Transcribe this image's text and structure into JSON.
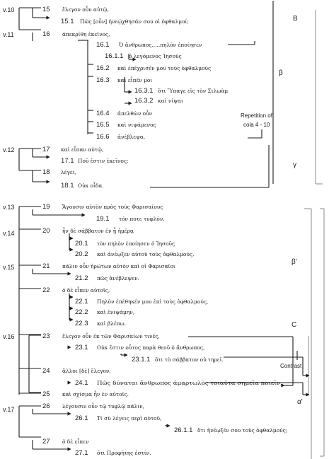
{
  "verses": [
    "v.10",
    "v.11",
    "v.12",
    "v.13",
    "v.14",
    "v.15",
    "v.16",
    "v.17"
  ],
  "cola": [
    {
      "num": "15",
      "text": "ἔλεγον οὖν αὐτῷ,"
    },
    {
      "num": "15.1",
      "text": "Πῶς [οὖν] ἠνεῴχθησάν σου οἱ ὀφθαλμοί;"
    },
    {
      "num": "16",
      "text": "ἀπεκρίθη ἐκεῖνος,"
    },
    {
      "num": "16.1",
      "text": "Ὁ ἄνθρωπος.....πηλὸν ἐποίησεν"
    },
    {
      "num": "16.1.1",
      "text": "ὁ λεγόμενος Ἰησοῦς"
    },
    {
      "num": "16.2",
      "text": "καὶ ἐπέχρισέν μου τοὺς ὀφθαλμοὺς"
    },
    {
      "num": "16.3",
      "text": "καὶ εἶπέν μοι"
    },
    {
      "num": "16.3.1",
      "text": "ὅτι Ὕπαγε εἰς τὸν Σιλωὰμ"
    },
    {
      "num": "16.3.2",
      "text": "καὶ νίψαι"
    },
    {
      "num": "16.4",
      "text": "ἀπελθὼν οὖν"
    },
    {
      "num": "16.5",
      "text": "καὶ νιψάμενος"
    },
    {
      "num": "16.6",
      "text": "ἀνέβλεψα."
    },
    {
      "num": "17",
      "text": "καὶ εἶπαν αὐτῷ,"
    },
    {
      "num": "17.1",
      "text": "Ποῦ ἐστιν ἐκεῖνος;"
    },
    {
      "num": "18",
      "text": "λέγει,"
    },
    {
      "num": "18.1",
      "text": "Οὐκ οἶδα."
    },
    {
      "num": "19",
      "text": "Ἄγουσιν αὐτὸν πρὸς τοὺς Φαρισαίους"
    },
    {
      "num": "19.1",
      "text": "τόν ποτε τυφλόν."
    },
    {
      "num": "20",
      "text": "ἦν δὲ σάββατον ἐν ᾗ ἡμέρᾳ"
    },
    {
      "num": "20.1",
      "text": "τὸν πηλὸν ἐποίησεν ὁ Ἰησοῦς"
    },
    {
      "num": "20.2",
      "text": "καὶ ἀνέῳξεν αὐτοῦ τοὺς ὀφθαλμούς."
    },
    {
      "num": "21",
      "text": "πάλιν οὖν ἠρώτων αὐτὸν καὶ οἱ Φαρισαῖοι"
    },
    {
      "num": "21.2",
      "text": "πῶς ἀνέβλεψεν."
    },
    {
      "num": "22",
      "text": "ὁ δὲ εἶπεν αὐτοῖς,"
    },
    {
      "num": "22.1",
      "text": "Πηλὸν ἐπέθηκέν μου ἐπὶ τοὺς ὀφθαλμούς,"
    },
    {
      "num": "22.2",
      "text": "καὶ ἐνιψάμην,"
    },
    {
      "num": "22.3",
      "text": "καὶ βλέπω."
    },
    {
      "num": "23",
      "text": "ἔλεγον οὖν ἐκ τῶν Φαρισαίων τινές,"
    },
    {
      "num": "23.1",
      "text": "Οὐκ ἔστιν οὗτος παρὰ θεοῦ ὁ ἄνθρωπος,"
    },
    {
      "num": "23.1.1",
      "text": "ὅτι τὸ σάββατον οὐ τηρεῖ."
    },
    {
      "num": "24",
      "text": "ἄλλοι [δὲ] ἔλεγον,"
    },
    {
      "num": "24.1",
      "text": "Πῶς δύναται ἄνθρωπος ἁμαρτωλὸς τοιαῦτα σημεῖα ποιεῖν;"
    },
    {
      "num": "25",
      "text": "καὶ σχίσμα ἦν ἐν αὐτοῖς."
    },
    {
      "num": "26",
      "text": "λέγουσιν οὖν τῷ τυφλῷ πάλιν,"
    },
    {
      "num": "26.1",
      "text": "Τί σὺ λέγεις περὶ αὐτοῦ,"
    },
    {
      "num": "26.1.1",
      "text": "ὅτι ἠνέῳξέν σου τοὺς ὀφθαλμούς;"
    },
    {
      "num": "27",
      "text": "ὁ δὲ εἶπεν"
    },
    {
      "num": "27.1",
      "text": "ὅτι Προφήτης ἐστίν."
    }
  ],
  "sections": {
    "B": "B",
    "beta": "β",
    "gamma": "γ",
    "beta_prime": "β'",
    "C": "C",
    "alpha_prime": "α'"
  },
  "notes": {
    "repetition_line1": "Repetition of",
    "repetition_line2": "cola 4 - 10",
    "contrast": "Contrast"
  }
}
